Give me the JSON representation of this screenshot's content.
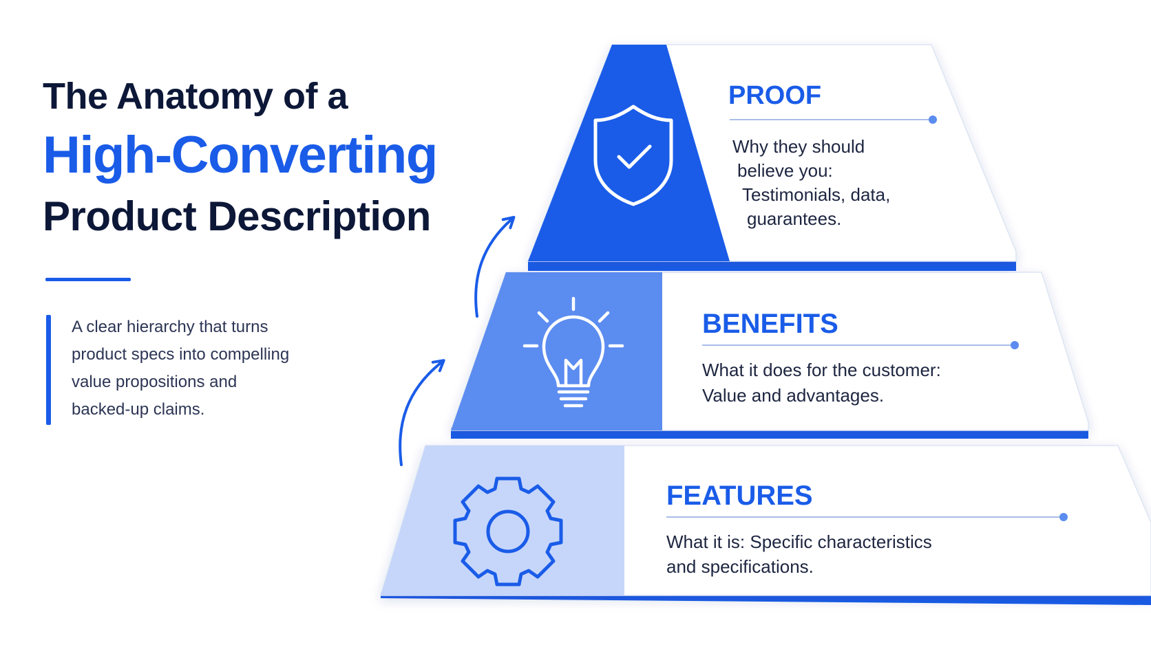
{
  "header": {
    "line1": "The Anatomy of a",
    "line2": "High-Converting",
    "line3": "Product Description"
  },
  "intro": {
    "lines": [
      "A clear hierarchy that turns",
      "product specs into compelling",
      "value propositions and",
      "backed-up claims."
    ]
  },
  "colors": {
    "accent": "#1a5ce8",
    "dark_text": "#0d1838",
    "tier_top": "#1a5ce8",
    "tier_middle": "#5b8cf0",
    "tier_bottom": "#c6d6fa"
  },
  "tiers": {
    "proof": {
      "heading": "PROOF",
      "icon": "shield-check-icon",
      "lines": [
        "Why they should",
        "believe you:",
        "Testimonials, data,",
        "guarantees."
      ]
    },
    "benefits": {
      "heading": "BENEFITS",
      "icon": "lightbulb-icon",
      "lines": [
        "What it does for the customer:",
        "Value and advantages."
      ]
    },
    "features": {
      "heading": "FEATURES",
      "icon": "gear-icon",
      "lines": [
        "What it is: Specific characteristics",
        "and specifications."
      ]
    }
  }
}
